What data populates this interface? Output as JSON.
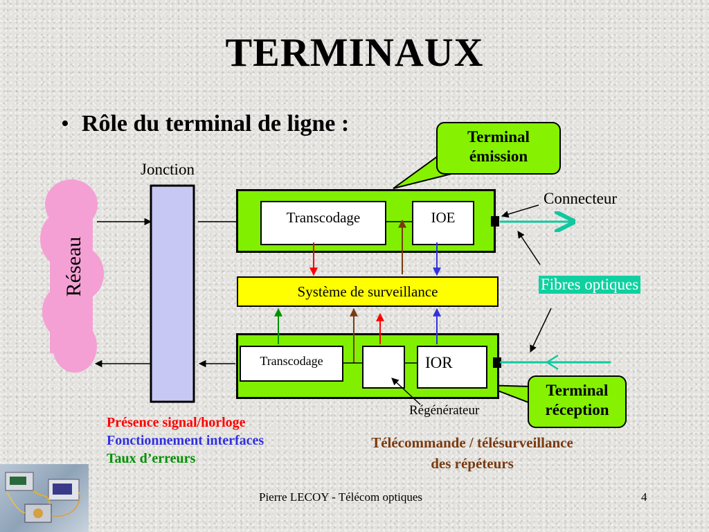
{
  "slide": {
    "title": "TERMINAUX",
    "bullet_marker": "•",
    "bullet_text": "Rôle du terminal de ligne :"
  },
  "diagram": {
    "network_label": "Réseau",
    "junction_label": "Jonction",
    "connector_label": "Connecteur",
    "fibres_label": "Fibres optiques",
    "tx_transcoding": "Transcodage",
    "tx_ioe": "IOE",
    "surveillance": "Système de surveillance",
    "rx_transcoding": "Transcodage",
    "rx_ior": "IOR",
    "regenerator_label": "Régénérateur",
    "callout_emission_line1": "Terminal",
    "callout_emission_line2": "émission",
    "callout_reception_line1": "Terminal",
    "callout_reception_line2": "réception",
    "colors": {
      "terminal_green": "#80f000",
      "surveillance_yellow": "#ffff00",
      "junction_lavender": "#c8c8f4",
      "network_pink": "#f4a0d4",
      "fiber_teal": "#10c8a0",
      "red": "#ff0000",
      "blue": "#3030e0",
      "green": "#009000",
      "brown": "#7a3a10"
    }
  },
  "legend": {
    "presence": "Présence signal/horloge",
    "fonctionnement": "Fonctionnement interfaces",
    "taux": "Taux d’erreurs",
    "telecmd_line1": "Télécommande / télésurveillance",
    "telecmd_line2": "des répéteurs"
  },
  "footer": {
    "author": "Pierre LECOY - Télécom optiques",
    "page_number": "4"
  }
}
